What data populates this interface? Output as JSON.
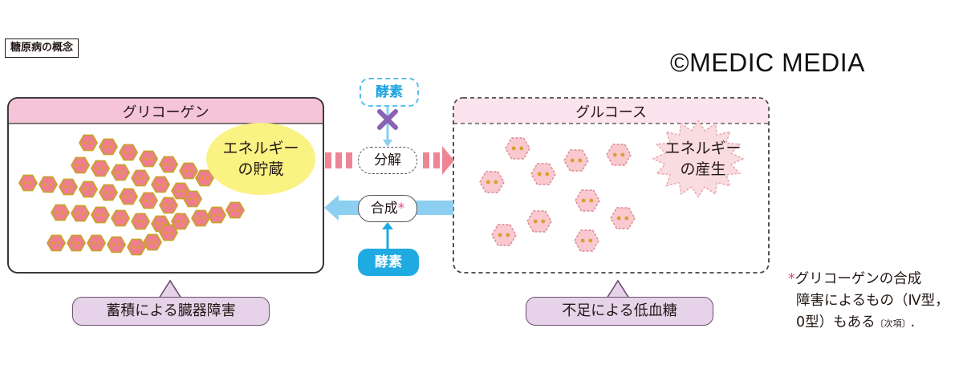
{
  "figure_title": "糖原病の概念",
  "copyright": "©MEDIC MEDIA",
  "glycogen_box": {
    "title": "グリコーゲン",
    "bubble": [
      "エネルギー",
      "の貯蔵"
    ]
  },
  "glucose_box": {
    "title": "グルコース",
    "bubble": [
      "エネルギー",
      "の産生"
    ]
  },
  "center": {
    "enzyme_top": "酵素",
    "decomposition": "分解",
    "synthesis": "合成",
    "synthesis_mark": "*",
    "enzyme_bottom": "酵素"
  },
  "callouts": {
    "left": "蓄積による臓器障害",
    "right": "不足による低血糖"
  },
  "footnote": {
    "mark": "*",
    "lines": [
      "グリコーゲンの合成",
      "障害によるもの（Ⅳ型，",
      "0型）もある"
    ],
    "ref": "〔次項〕",
    "end": "."
  },
  "colors": {
    "glycogen_header": "#f6c4d9",
    "glucose_header": "#fbe4ee",
    "hexagon_fill": "#ee7e8e",
    "hexagon_stroke": "#c8a428",
    "molecule_dot": "#d8a030",
    "storage_bubble": "#faf283",
    "production_burst": "#f9dcdf",
    "enzyme_blue": "#20aae2",
    "arrow_pink": "#ee8595",
    "callout_fill": "#e6d3ea",
    "asterisk": "#e3448f"
  }
}
